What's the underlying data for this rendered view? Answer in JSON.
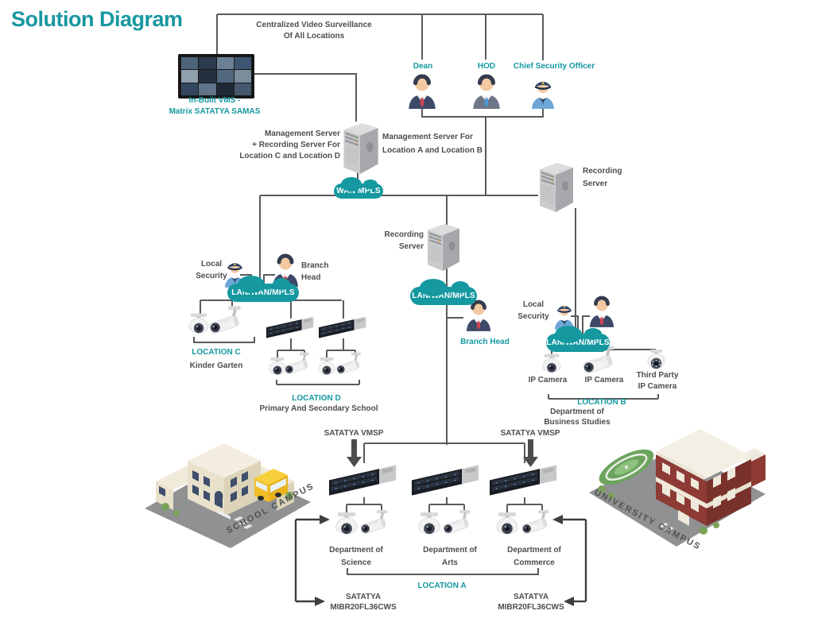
{
  "title": "Solution Diagram",
  "colors": {
    "accent": "#1598A0",
    "text": "#4D4D4F",
    "line": "#595A5C"
  },
  "header": {
    "caption": "Centralized Video Surveillance\nOf All Locations"
  },
  "video_wall": {
    "caption": "In-Built VMS -\nMatrix SATATYA SAMAS"
  },
  "people_top": [
    {
      "label": "Dean"
    },
    {
      "label": "HOD"
    },
    {
      "label": "Chief Security Officer"
    }
  ],
  "servers": {
    "management_left": "Management Server\n+ Recording Server For\nLocation C and Location D",
    "management_right": "Management Server For\nLocation A and Location B",
    "recording_right": "Recording\nServer",
    "recording_middle": "Recording\nServer"
  },
  "clouds": {
    "wan": "WAN MPLS",
    "left": "LAN/WAN/MPLS",
    "middle": "LAN/WAN/MPLS",
    "right": "LAN/WAN/MPLS"
  },
  "location_c": {
    "local_security": "Local\nSecurity",
    "branch_head": "Branch\nHead",
    "name": "LOCATION C",
    "subtitle": "Kinder Garten"
  },
  "location_d": {
    "name": "LOCATION D",
    "subtitle": "Primary And Secondary School"
  },
  "location_b": {
    "local_security": "Local\nSecurity",
    "name": "LOCATION B",
    "subtitle": "Department of\nBusiness Studies",
    "cameras": [
      "IP Camera",
      "IP Camera",
      "Third Party\nIP Camera"
    ]
  },
  "location_a": {
    "branch_head": "Branch Head",
    "name": "LOCATION A",
    "vms_label": "SATATYA VMSP",
    "camera_model": "SATATYA\nMIBR20FL36CWS",
    "departments": [
      "Department of\nScience",
      "Department of\nArts",
      "Department of\nCommerce"
    ]
  },
  "campuses": {
    "school": "SCHOOL CAMPUS",
    "university": "UNIVERSITY CAMPUS"
  }
}
